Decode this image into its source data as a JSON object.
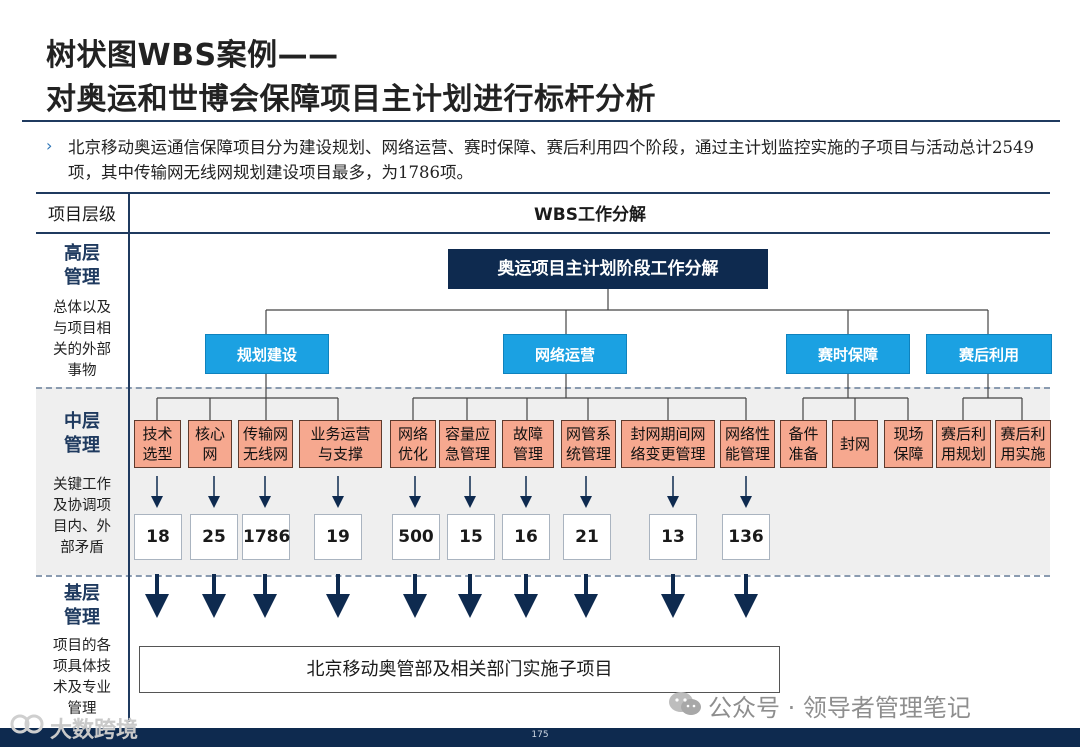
{
  "title": {
    "line1": "树状图WBS案例——",
    "line2": "对奥运和世博会保障项目主计划进行标杆分析"
  },
  "intro": {
    "bullet": "›",
    "text": "北京移动奥运通信保障项目分为建设规划、网络运营、赛时保障、赛后利用四个阶段，通过主计划监控实施的子项目与活动总计2549项，其中传输网无线网规划建设项目最多，为1786项。"
  },
  "table_header": {
    "left": "项目层级",
    "right": "WBS工作分解"
  },
  "levels": {
    "high": {
      "title_1": "高层",
      "title_2": "管理",
      "desc": [
        "总体以及",
        "与项目相",
        "关的外部",
        "事物"
      ]
    },
    "mid": {
      "title_1": "中层",
      "title_2": "管理",
      "desc": [
        "关键工作",
        "及协调项",
        "目内、外",
        "部矛盾"
      ]
    },
    "base": {
      "title_1": "基层",
      "title_2": "管理",
      "desc": [
        "项目的各",
        "项具体技",
        "术及专业",
        "管理"
      ]
    }
  },
  "root": "奥运项目主计划阶段工作分解",
  "phases": [
    "规划建设",
    "网络运营",
    "赛时保障",
    "赛后利用"
  ],
  "tasks": [
    [
      "技术",
      "选型"
    ],
    [
      "核心",
      "网"
    ],
    [
      "传输网",
      "无线网"
    ],
    [
      "业务运营",
      "与支撑"
    ],
    [
      "网络",
      "优化"
    ],
    [
      "容量应",
      "急管理"
    ],
    [
      "故障",
      "管理"
    ],
    [
      "网管系",
      "统管理"
    ],
    [
      "封网期间网",
      "络变更管理"
    ],
    [
      "网络性",
      "能管理"
    ],
    [
      "备件",
      "准备"
    ],
    [
      "封网"
    ],
    [
      "现场",
      "保障"
    ],
    [
      "赛后利",
      "用规划"
    ],
    [
      "赛后利",
      "用实施"
    ]
  ],
  "counts": [
    "18",
    "25",
    "1786",
    "19",
    "500",
    "15",
    "16",
    "21",
    "13",
    "136"
  ],
  "execution_box": "北京移动奥管部及相关部门实施子项目",
  "footer": {
    "page_number": "175",
    "watermark_wechat": "公众号 · 领导者管理笔记",
    "watermark_brand": "大数跨境"
  },
  "colors": {
    "navy": "#0e2a4f",
    "phase_blue": "#1ba1e2",
    "task_salmon": "#f6a88f",
    "band_gray": "#efefef",
    "accent": "#2e75b6"
  }
}
